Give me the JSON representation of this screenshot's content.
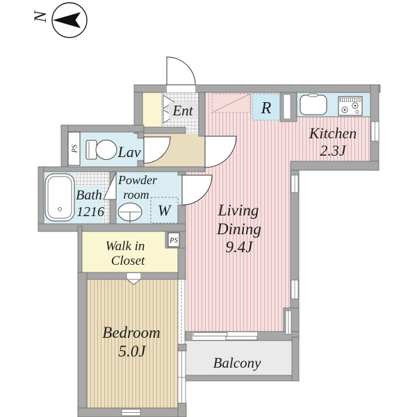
{
  "compass": {
    "north_label": "N"
  },
  "labels": {
    "ent": "Ent",
    "refrigerator": "R",
    "kitchen_name": "Kitchen",
    "kitchen_size": "2.3J",
    "lav": "Lav",
    "bath_name": "Bath",
    "bath_size": "1216",
    "powder_line1": "Powder",
    "powder_line2": "room",
    "washer": "W",
    "ps_left": "PS",
    "ps_right": "PS",
    "wic_line1": "Walk in",
    "wic_line2": "Closet",
    "living_line1": "Living",
    "living_line2": "Dining",
    "living_size": "9.4J",
    "bedroom_name": "Bedroom",
    "bedroom_size": "5.0J",
    "balcony": "Balcony"
  },
  "colors": {
    "wall": "#a7a7a7",
    "wall_outline": "#6a6a6a",
    "living_floor": "#f7e0e0",
    "living_stripe": "#d9b1b1",
    "bedroom_floor": "#ecdfc1",
    "bedroom_stripe": "#c9b58e",
    "wet_area_floor": "#d9edf3",
    "closet_floor": "#faf6d2",
    "hallway_floor": "#e9ddc0",
    "balcony_floor": "#eaeaea",
    "fixture_blue": "#d6ebf3",
    "refrigerator_blue": "#cde9f4",
    "tile_line": "#9a9a9a"
  }
}
